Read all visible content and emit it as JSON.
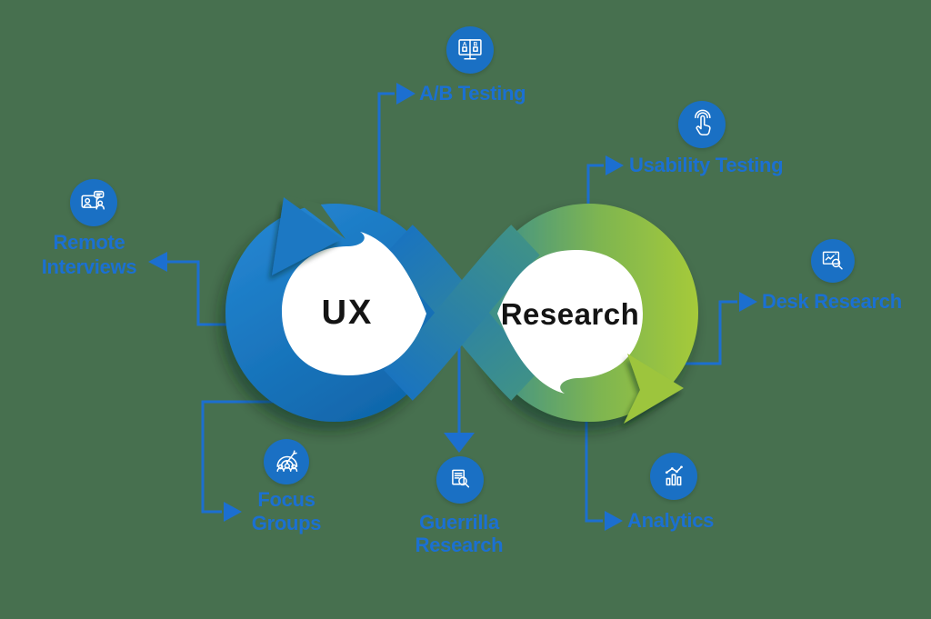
{
  "diagram": {
    "center": {
      "left_loop_label": "UX",
      "right_loop_label": "Research"
    },
    "methods": {
      "ab_testing": {
        "label": "A/B Testing",
        "icon": "ab-test-monitor-icon"
      },
      "usability_testing": {
        "label": "Usability Testing",
        "icon": "tap-finger-icon"
      },
      "desk_research": {
        "label": "Desk Research",
        "icon": "screen-magnifier-icon"
      },
      "analytics": {
        "label": "Analytics",
        "icon": "chart-bars-trend-icon"
      },
      "guerrilla_research": {
        "label_line1": "Guerrilla",
        "label_line2": "Research",
        "icon": "document-magnifier-icon"
      },
      "focus_groups": {
        "label_line1": "Focus",
        "label_line2": "Groups",
        "icon": "people-target-icon"
      },
      "remote_interviews": {
        "label_line1": "Remote",
        "label_line2": "Interviews",
        "icon": "video-call-icon"
      }
    },
    "colors": {
      "background": "#47704f",
      "loop_blue": "#1a74c0",
      "loop_teal": "#3e9089",
      "loop_green": "#a9cc37",
      "connector_blue": "#1c6fd0",
      "label_blue": "#1b70d2",
      "icon_circle_blue": "#1a70c4",
      "center_text": "#141414"
    }
  }
}
